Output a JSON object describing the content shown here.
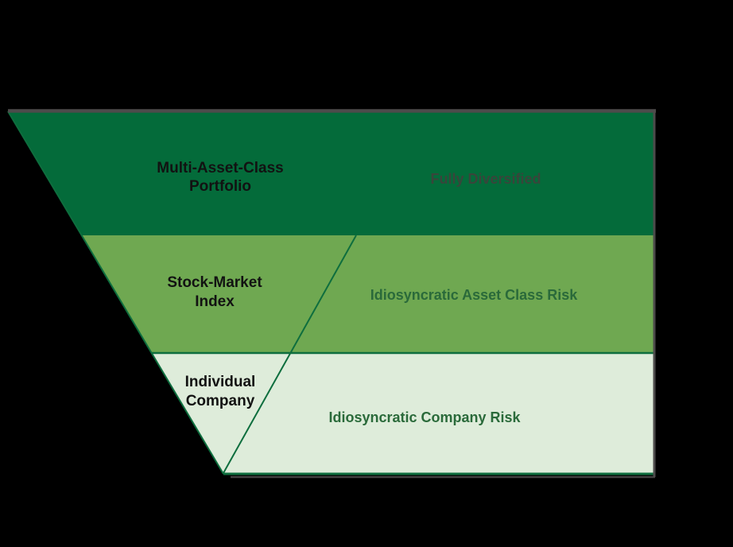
{
  "title": "Diversification funnel diagram",
  "colors": {
    "background": "#000000",
    "band_dark": "#046B3A",
    "band_medium": "#6FA851",
    "band_light": "#DEECDA",
    "line_green": "#0E6E3E",
    "line_gray": "#4D4B4B",
    "label_black": "#121212",
    "label_muted_dark": "#39453B",
    "label_green": "#2A6A3A"
  },
  "diagram": {
    "levels": [
      {
        "name_lines": [
          "Multi-Asset-Class",
          "Portfolio"
        ],
        "risk_label": "Fully Diversified"
      },
      {
        "name_lines": [
          "Stock-Market",
          "Index"
        ],
        "risk_label": "Idiosyncratic Asset Class Risk"
      },
      {
        "name_lines": [
          "Individual",
          "Company"
        ],
        "risk_label": "Idiosyncratic Company Risk"
      }
    ]
  }
}
